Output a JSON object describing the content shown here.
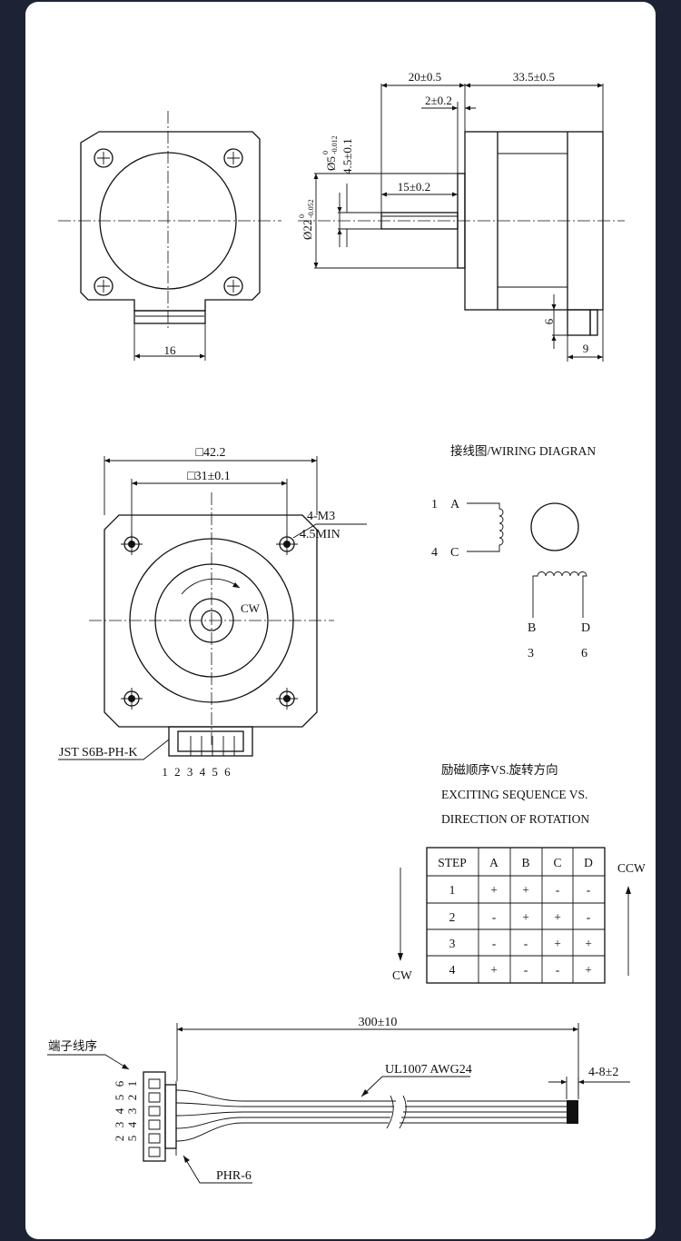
{
  "dimensions": {
    "front_width_16": "16",
    "shaft_total_20": "20±0.5",
    "body_length": "33.5±0.5",
    "flange_2": "2±0.2",
    "shaft_diameter": "Ø5",
    "shaft_tol_upper": "0",
    "shaft_tol_lower": "-0.012",
    "flat_depth": "4.5±0.1",
    "flat_length": "15±0.2",
    "boss_diameter": "Ø22",
    "boss_tol_upper": "0",
    "boss_tol_lower": "-0.052",
    "conn_height": "6",
    "conn_depth": "9",
    "frame_size": "□42.2",
    "hole_spacing": "□31±0.1",
    "screw_thread": "4-M3",
    "screw_depth": "4.5MIN",
    "rotation_label": "CW",
    "connector_type": "JST S6B-PH-K",
    "connector_pins": "1 2 3 4 5 6"
  },
  "wiring": {
    "title": "接线图/WIRING DIAGRAN",
    "a_num": "1",
    "a_label": "A",
    "c_num": "4",
    "c_label": "C",
    "b_label": "B",
    "b_num": "3",
    "d_label": "D",
    "d_num": "6"
  },
  "sequence": {
    "title_cn": "励磁顺序VS.旋转方向",
    "title_en_1": "EXCITING SEQUENCE VS.",
    "title_en_2": "DIRECTION OF ROTATION",
    "cw_label": "CW",
    "ccw_label": "CCW",
    "headers": [
      "STEP",
      "A",
      "B",
      "C",
      "D"
    ],
    "rows": [
      [
        "1",
        "+",
        "+",
        "-",
        "-"
      ],
      [
        "2",
        "-",
        "+",
        "+",
        "-"
      ],
      [
        "3",
        "-",
        "-",
        "+",
        "+"
      ],
      [
        "4",
        "+",
        "-",
        "-",
        "+"
      ]
    ]
  },
  "cable": {
    "terminal_order": "端子线序",
    "length": "300±10",
    "wire_spec": "UL1007 AWG24",
    "strip_length": "4-8±2",
    "housing": "PHR-6",
    "pins_top": [
      "1",
      "2",
      "3",
      "4",
      "5"
    ],
    "pins_bottom": [
      "6",
      "5",
      "4",
      "3",
      "2"
    ]
  }
}
